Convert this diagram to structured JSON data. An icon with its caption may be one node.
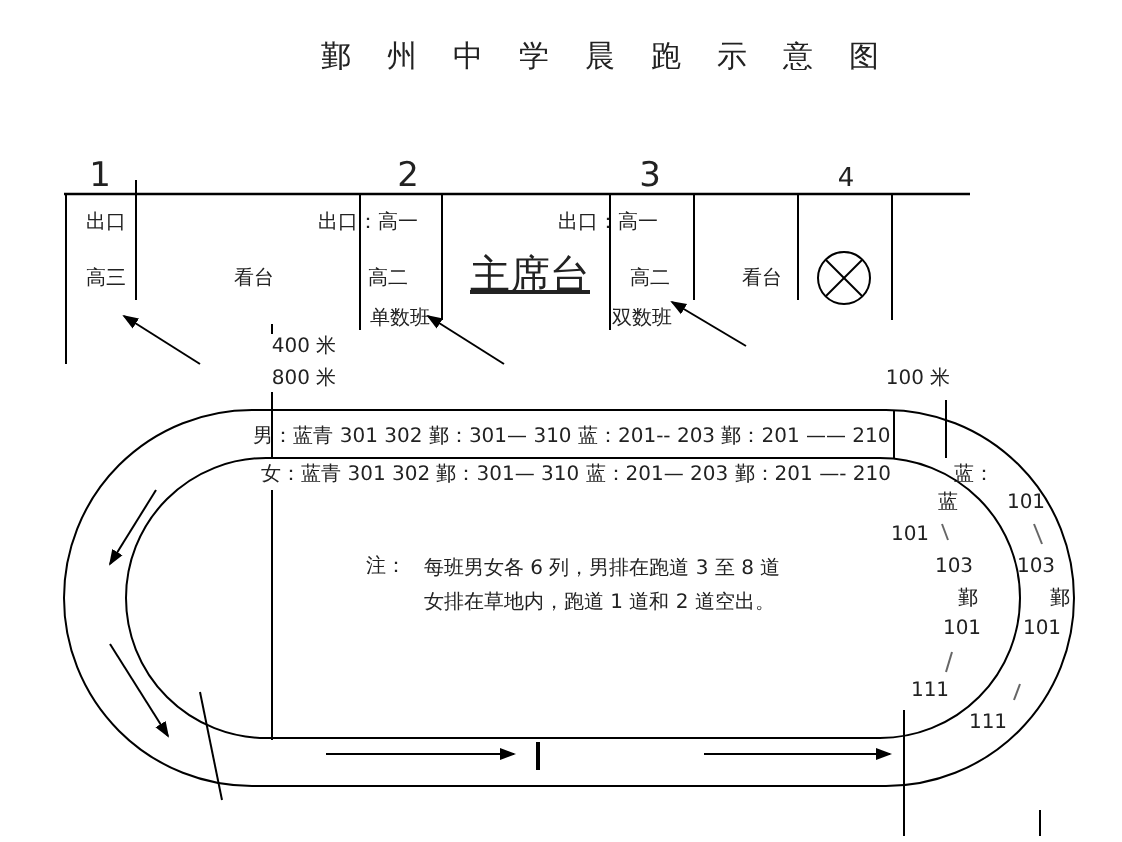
{
  "diagram": {
    "title": "鄞州中学晨跑示意图",
    "labels": [
      "1",
      "2",
      "3",
      "4",
      "出口",
      "出口：高一",
      "出口：高一",
      "高三",
      "看台",
      "高二",
      "主席台",
      "高二",
      "看台",
      "单数班",
      "双数班",
      "400 米",
      "800 米",
      "100 米",
      "男：蓝青 301 302 鄞：301— 310 蓝：201-- 203 鄞：201 —— 210",
      "女：蓝青 301 302 鄞：301— 310 蓝：201— 203 鄞：201 —- 210",
      "蓝：",
      "蓝",
      "101",
      "101",
      "103",
      "103",
      "鄞",
      "鄞",
      "101",
      "101",
      "111",
      "111",
      "注：",
      "每班男女各 6 列，男排在跑道 3 至 8 道女排在草地内，跑道 1 道和 2 道空出。"
    ]
  }
}
